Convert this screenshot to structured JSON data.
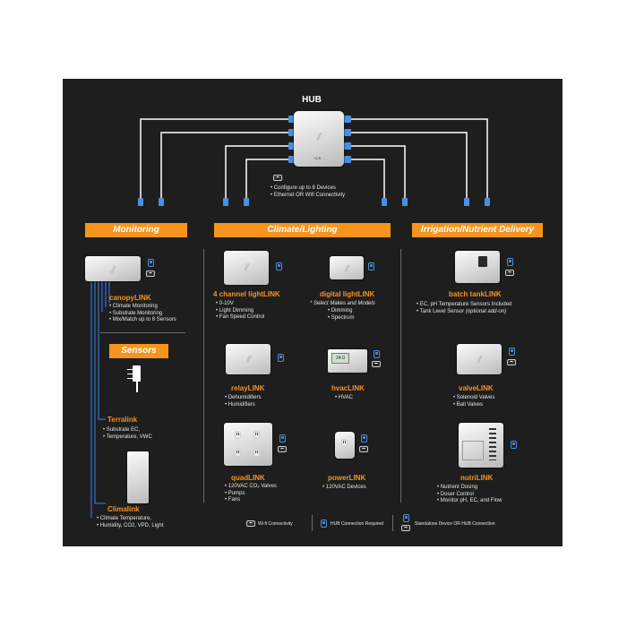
{
  "hub": {
    "title": "HUB",
    "bullets": [
      "Configure up to 8 Devices",
      "Ethernet OR Wifi Connectivity"
    ],
    "label": "HUB"
  },
  "sections": {
    "monitoring": "Monitoring",
    "climate_lighting": "Climate/Lighting",
    "irrigation": "Irrigation/Nutrient Delivery",
    "sensors": "Sensors"
  },
  "devices": {
    "canopy": {
      "name": "canopyLINK",
      "bullets": [
        "Climate Monitoring",
        "Substrate Monitoring",
        "Mix/Match up to 8 Sensors"
      ]
    },
    "terralink": {
      "name": "Terralink",
      "bullets": [
        "Substrate EC,",
        "Temperature, VWC"
      ]
    },
    "climalink": {
      "name": "Climalink",
      "bullets": [
        "Climate Temperature,",
        "Humidity, CO2, VPD, Light"
      ]
    },
    "four_channel": {
      "name": "4 channel lightLINK",
      "bullets": [
        "0-10V",
        "Light Dimming",
        "Fan Speed Control"
      ]
    },
    "digital": {
      "name": "digital lightLINK",
      "note": "* Select Makes and Models",
      "bullets": [
        "Dimming",
        "Spectrum"
      ]
    },
    "relay": {
      "name": "relayLINK",
      "bullets": [
        "Dehumidifiers",
        "Humidifiers"
      ]
    },
    "hvac": {
      "name": "hvacLINK",
      "bullets": [
        "HVAC"
      ],
      "screen": "24.0"
    },
    "quad": {
      "name": "quadLINK",
      "bullets": [
        "120VAC CO₂ Valves",
        "Pumps",
        "Fans"
      ]
    },
    "power": {
      "name": "powerLINK",
      "bullets": [
        "120VAC Devices"
      ]
    },
    "batch": {
      "name": "batch tankLINK",
      "bullets": [
        "EC, pH Temperature Sensors Included",
        "Tank Level Sensor"
      ],
      "optional": "(optional add-on)"
    },
    "valve": {
      "name": "valveLINK",
      "bullets": [
        "Solenoid Valves",
        "Ball Valves"
      ]
    },
    "nutri": {
      "name": "nutriLINK",
      "bullets": [
        "Nutrient Dosing",
        "Doser Control",
        "Monitor pH, EC, and Flow"
      ]
    }
  },
  "legend": {
    "wifi": "Wi-fi Connectivity",
    "hub_required": "HUB Connection Required",
    "standalone": "Standalone Device OR HUB Connection"
  },
  "icons": [
    "wifi-icon",
    "hub-connection-icon",
    "standalone-icon",
    "ethernet-connector-icon",
    "outlet-icon",
    "device-logo-icon"
  ],
  "colors": {
    "background": "#1e1e1e",
    "accent": "#f7941d",
    "connector": "#4a90e2",
    "wire": "#ffffff",
    "sensor_wire": "#3b82f6",
    "text": "#e6e6e6"
  }
}
